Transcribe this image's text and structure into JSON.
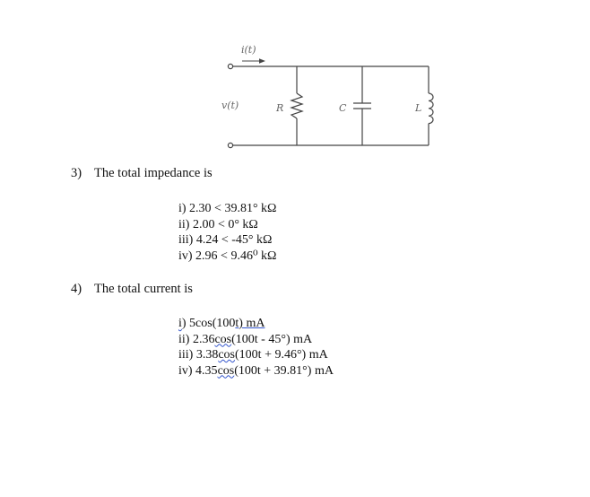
{
  "circuit": {
    "current_label": "i(t)",
    "voltage_label": "v(t)",
    "resistor_label": "R",
    "capacitor_label": "C",
    "inductor_label": "L"
  },
  "q3": {
    "number": "3)",
    "text": "The total impedance is",
    "options": [
      "i)  2.30 < 39.81° kΩ",
      "ii)  2.00 < 0° kΩ",
      "iii)  4.24 < -45° kΩ",
      "iv) 2.96 < 9.46⁰ kΩ"
    ]
  },
  "q4": {
    "number": "4)",
    "text": "The total current is",
    "opt1": {
      "prefix": "i",
      "rest_a": ") 5cos(100",
      "t": "t",
      "rest_b": ")  mA"
    },
    "opt2": {
      "prefix": "ii) 2.36",
      "cos": "cos",
      "rest": "(100t - 45°) mA"
    },
    "opt3": {
      "prefix": "iii) 3.38",
      "cos": "cos",
      "rest": "(100t + 9.46°) mA"
    },
    "opt4": {
      "prefix": "iv) 4.35",
      "cos": "cos",
      "rest": "(100t + 39.81°) mA"
    }
  }
}
